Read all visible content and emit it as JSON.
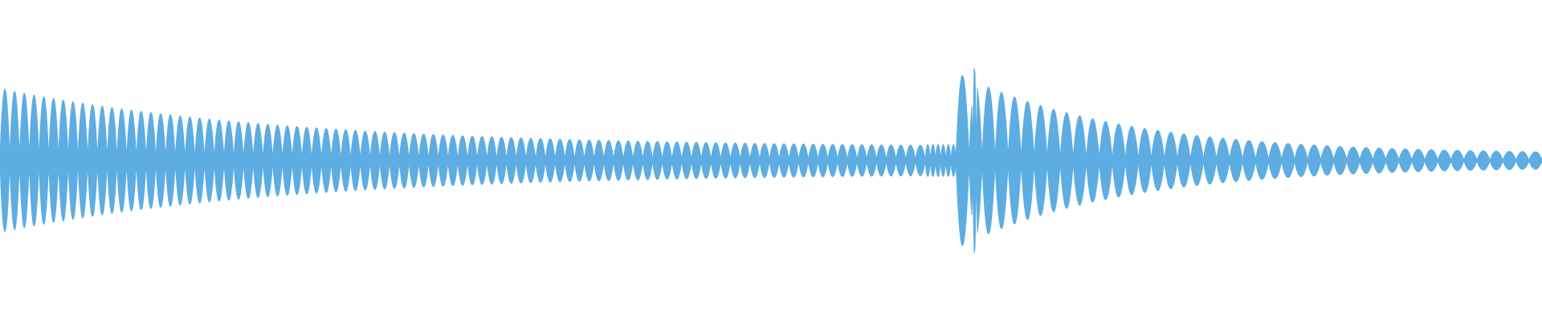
{
  "waveform": {
    "color": "#5dade2",
    "background": "#ffffff",
    "segments": [
      {
        "start_frac": 0.0,
        "end_frac": 0.6,
        "peak": 0.45,
        "cycles": 95,
        "decay": 0.8,
        "floor": 0.08
      },
      {
        "start_frac": 0.6,
        "end_frac": 0.62,
        "peak": 0.1,
        "cycles": 6,
        "decay": 0.0,
        "floor": 0.1
      },
      {
        "start_frac": 0.62,
        "end_frac": 1.0,
        "peak": 0.55,
        "cycles": 45,
        "decay": 0.9,
        "floor": 0.04
      }
    ],
    "spike_frac": 0.632,
    "spike_amplitude": 0.68
  }
}
